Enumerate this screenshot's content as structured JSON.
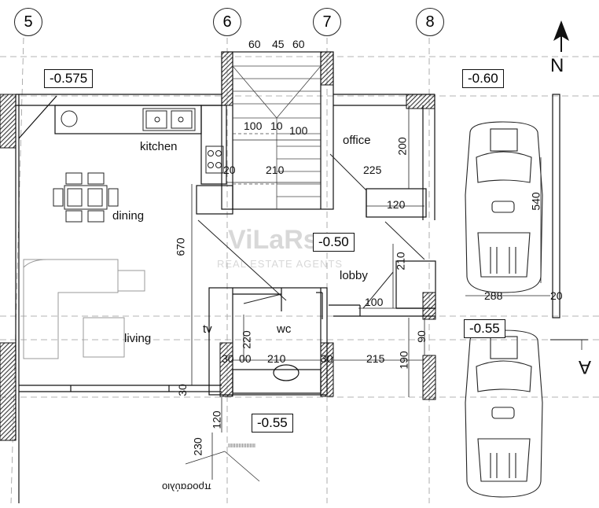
{
  "grid_labels": [
    "5",
    "6",
    "7",
    "8"
  ],
  "north_label": "N",
  "section_label": "A",
  "level_tags": [
    "-0.575",
    "-0.60",
    "-0.50",
    "-0.55",
    "-0.55"
  ],
  "rooms": {
    "kitchen": "kitchen",
    "dining": "dining",
    "living": "living",
    "office": "office",
    "lobby": "lobby",
    "wc": "wc",
    "tv": "tv"
  },
  "dimensions": {
    "d60a": "60",
    "d45": "45",
    "d60b": "60",
    "d100a": "100",
    "d10": "10",
    "d100b": "100",
    "d200": "200",
    "d20a": "20",
    "d210a": "210",
    "d225": "225",
    "d120a": "120",
    "d540": "540",
    "d670": "670",
    "d210b": "210",
    "d100c": "100",
    "d288": "288",
    "d20b": "20",
    "d90": "90",
    "d220": "220",
    "d30a": "30",
    "d00": "00",
    "d210c": "210",
    "d30b": "30",
    "d215": "215",
    "d190": "190",
    "d30c": "30",
    "d120b": "120",
    "d230": "230"
  },
  "watermark": {
    "brand": "ViLaRs",
    "sub": "REAL ESTATE AGENTS"
  },
  "annotations": {
    "stair_note": "προσαύλιο",
    "small_note": "ΙΙΙΙΙΙΙΙΙΙΙΙΙΙΙΙΙΙ"
  }
}
